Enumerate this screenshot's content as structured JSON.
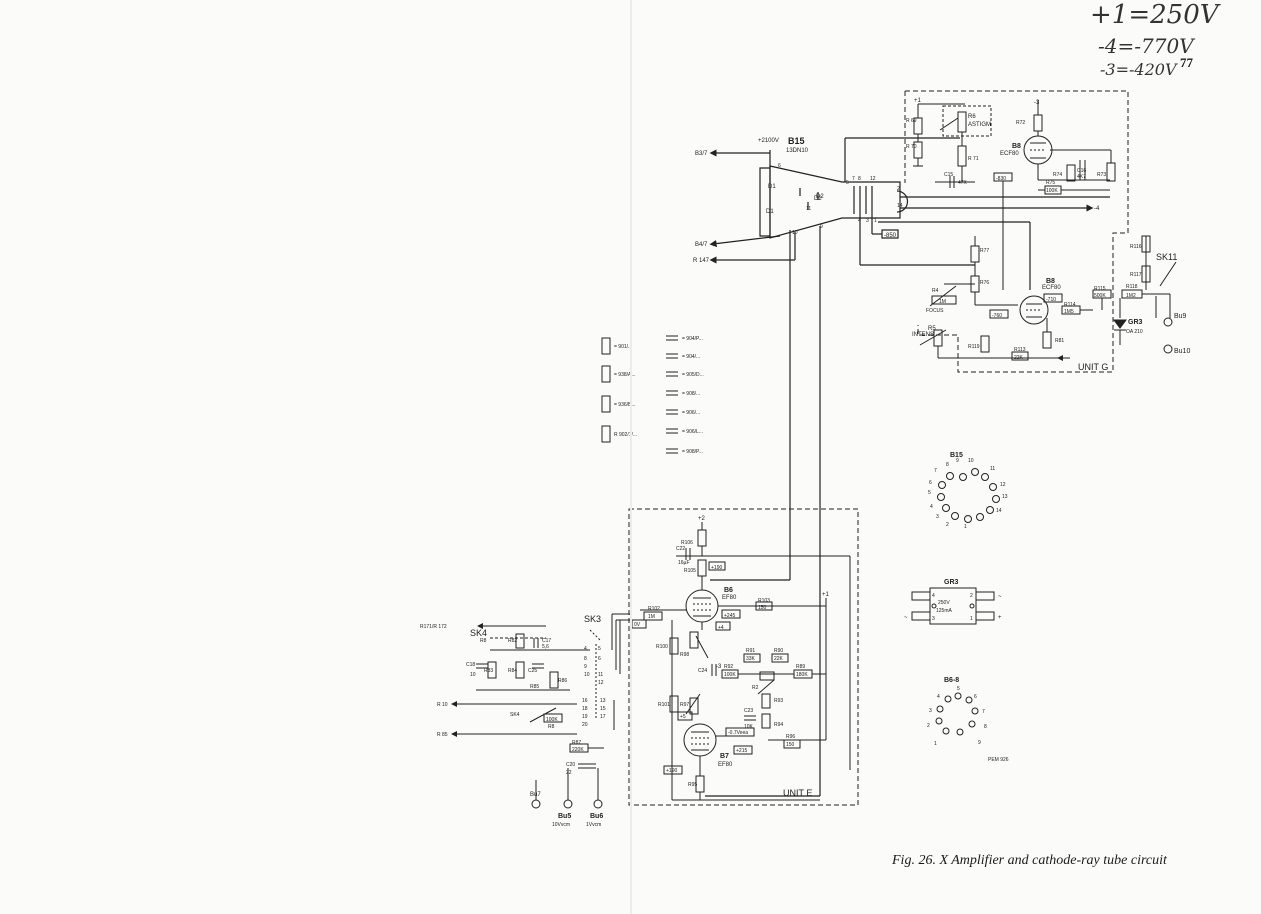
{
  "page": {
    "number": "77",
    "handwritten_notes": [
      "+1=250V",
      "-4=-770V",
      "-3=-420V"
    ],
    "caption": "Fig. 26. X Amplifier and cathode-ray tube circuit"
  },
  "crt": {
    "tube": "B15",
    "tube_type": "13DN10",
    "supply": "+2100V",
    "plate_labels": [
      "D1",
      "D1",
      "D2",
      "D2"
    ],
    "pins": [
      "6",
      "8",
      "7",
      "5",
      "12",
      "2",
      "14",
      "4",
      "3",
      "1",
      "10",
      "9",
      "11"
    ],
    "connections": [
      "B3/7",
      "B4/7",
      "R 147",
      "-850"
    ]
  },
  "unit_g": {
    "label": "UNIT G",
    "tube": "B8",
    "tube_type": "ECF80",
    "tube2": "B8",
    "tube2_type": "ECF80",
    "components": {
      "R69": "R 69",
      "R70": "R 70",
      "R71": "R 71",
      "R6": "R6",
      "astigm": "ASTIGM",
      "R72": "R72",
      "C15": "C15",
      "C15_val": "47K",
      "v830": "-830",
      "R74": "R74",
      "C16": "C16",
      "C16_val": "4K7",
      "R73": "R73",
      "R75": "R75",
      "R75_val": "100K",
      "v4": "-4",
      "v1": "+1",
      "v3": "-3",
      "R77": "R77",
      "R76": "R76",
      "focus": "FOCUS",
      "R4": "R4",
      "R4_val": "1M",
      "R5": "R5",
      "intens": "INTENS",
      "v760": "-760",
      "v710": "-710",
      "R114": "R114",
      "R114_val": "1M5",
      "R115": "R115",
      "R115_val": "500K",
      "R118": "R118",
      "R118_val": "1M2",
      "R116": "R116",
      "R117": "R117",
      "SK11": "SK11",
      "GR3": "GR3",
      "GR3_type": "OA 210",
      "R81": "R81",
      "R119": "R119",
      "R113": "R113",
      "R113_val": "22K",
      "Bu9": "Bu9",
      "Bu10": "Bu10"
    }
  },
  "legend": {
    "resistors": [
      "= 901/...",
      "= 938/A...",
      "= 936/B...",
      "R 902/1/..."
    ],
    "capacitors": [
      "= 904/P...",
      "= 904/...",
      "= 905/D...",
      "= 908/...",
      "= 906/...",
      "= 906/L...",
      "= 908/P..."
    ]
  },
  "unit_e": {
    "label": "UNIT E",
    "B6": "B6",
    "B6_type": "EF80",
    "B7": "B7",
    "B7_type": "EF80",
    "components": {
      "R106": "R106",
      "C22": "C22",
      "C22_val": "16µF",
      "R105": "R105",
      "v190": "+190",
      "R102": "R102",
      "R102_val": "1M",
      "v0": "0V",
      "R103": "R103",
      "R103_val": "150",
      "v245": "+245",
      "v4": "+4",
      "v2": "+2",
      "v1": "+1",
      "v3": "-3",
      "R100": "R100",
      "R98": "R98",
      "R91": "R91",
      "R91_val": "33K",
      "R90": "R90",
      "R90_val": "22K",
      "C24": "C24",
      "R92": "R92",
      "R92_val": "100K",
      "R89": "R89",
      "R89_val": "180K",
      "R2": "R2",
      "R93": "R93",
      "R101": "R101",
      "R97": "R97",
      "v5": "+5",
      "C23": "C23",
      "C23_val": "10K",
      "R94": "R94",
      "v07": "-0.7Veea",
      "R96": "R96",
      "R96_val": "150",
      "v215": "+215",
      "v190b": "+190",
      "R95": "R95"
    }
  },
  "input_section": {
    "R171_172": "R171/R 172",
    "SK4": "SK4",
    "R8": "R8",
    "R82": "R82",
    "C17": "C17",
    "C17_val": "5,6",
    "C18": "C18",
    "C18_val": "10",
    "R83": "R83",
    "R84": "R84",
    "C25": "C25",
    "R85": "R85",
    "R86": "R86",
    "SK3": "SK3",
    "R10": "R 10",
    "SK4b": "SK4",
    "R8b": "R8",
    "R8_val": "100K",
    "R85b": "R 85",
    "R87": "R87",
    "R87_val": "220K",
    "C20": "C20",
    "C20_val": "22",
    "Bu7": "Bu7",
    "Bu5": "Bu5",
    "Bu5_val": "10Vvcm",
    "Bu6": "Bu6",
    "Bu6_val": "1Vvcm",
    "switch_pins": [
      "4",
      "5",
      "8",
      "6",
      "9",
      "10",
      "11",
      "12",
      "16",
      "13",
      "18",
      "15",
      "17",
      "19",
      "20"
    ]
  },
  "pinouts": {
    "b15": {
      "label": "B15",
      "pins": [
        "1",
        "2",
        "3",
        "4",
        "5",
        "6",
        "7",
        "8",
        "9",
        "10",
        "11",
        "12",
        "13",
        "14"
      ]
    },
    "gr3": {
      "label": "GR3",
      "spec1": "250V",
      "spec2": "125mA",
      "pins": [
        "1",
        "2",
        "3",
        "4"
      ],
      "sym_in": "~",
      "sym_out": "+"
    },
    "b6_8": {
      "label": "B6-8",
      "pins": [
        "1",
        "2",
        "3",
        "4",
        "5",
        "6",
        "7",
        "8",
        "9"
      ]
    },
    "code": "PEM 926"
  }
}
